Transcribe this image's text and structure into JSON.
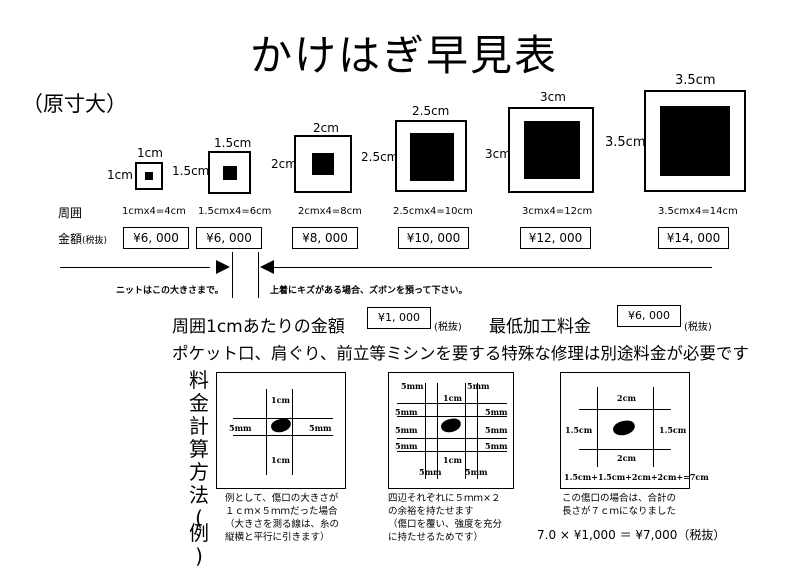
{
  "title": "かけはぎ早見表",
  "subtitle": "（原寸大）",
  "sizes": [
    {
      "label": "1cm",
      "side_label": "1cm",
      "perimeter": "1cmx4=4cm",
      "price": "¥6, 000"
    },
    {
      "label": "1.5cm",
      "side_label": "1.5cm",
      "perimeter": "1.5cmx4=6cm",
      "price": "¥6, 000"
    },
    {
      "label": "2cm",
      "side_label": "2cm",
      "perimeter": "2cmx4=8cm",
      "price": "¥8, 000"
    },
    {
      "label": "2.5cm",
      "side_label": "2.5cm",
      "perimeter": "2.5cmx4=10cm",
      "price": "¥10, 000"
    },
    {
      "label": "3cm",
      "side_label": "3cm",
      "perimeter": "3cmx4=12cm",
      "price": "¥12, 000"
    },
    {
      "label": "3.5cm",
      "side_label": "3.5cm",
      "perimeter": "3.5cmx4=14cm",
      "price": "¥14, 000"
    }
  ],
  "rows": {
    "perimeter_label": "周囲",
    "price_label": "金額",
    "price_label_small": "(税抜)"
  },
  "notes": {
    "knit": "ニットはこの大きさまで。",
    "jacket": "上着にキズがある場合、ズボンを預って下さい。"
  },
  "rates": {
    "per_cm_label": "周囲1cmあたりの金額",
    "per_cm_price": "¥1, 000",
    "per_cm_tax": "(税抜)",
    "min_label": "最低加工料金",
    "min_price": "¥6, 000",
    "min_tax": "(税抜)",
    "special": "ポケット口、肩ぐり、前立等ミシンを要する特殊な修理は別途料金が必要です"
  },
  "method_title": "料金計算方法(例)",
  "examples": [
    {
      "top": "1cm",
      "bottom": "1cm",
      "left": "5mm",
      "right": "5mm",
      "caption": [
        "例として、傷口の大きさが",
        "１ｃｍ×５ｍｍだった場合",
        "（大きさを測る線は、糸の",
        "縦横と平行に引きます）"
      ]
    },
    {
      "top_left": "5mm",
      "top_right": "5mm",
      "top_mid": "1cm",
      "bottom_mid": "1cm",
      "side": "5mm",
      "bottom_left": "5mm",
      "bottom_right": "5mm",
      "caption": [
        "四辺それぞれに５ｍｍ×２",
        "の余裕を持たせます",
        "（傷口を覆い、強度を充分",
        "に持たせるためです）"
      ]
    },
    {
      "top": "2cm",
      "bottom": "2cm",
      "left": "1.5cm",
      "right": "1.5cm",
      "formula": "1.5cm+1.5cm+2cm+2cm+=7cm",
      "caption": [
        "この傷口の場合は、合計の",
        "長さが７ｃｍになりました"
      ],
      "calc": "7.0 × ¥1,000 ＝ ¥7,000（税抜）"
    }
  ]
}
